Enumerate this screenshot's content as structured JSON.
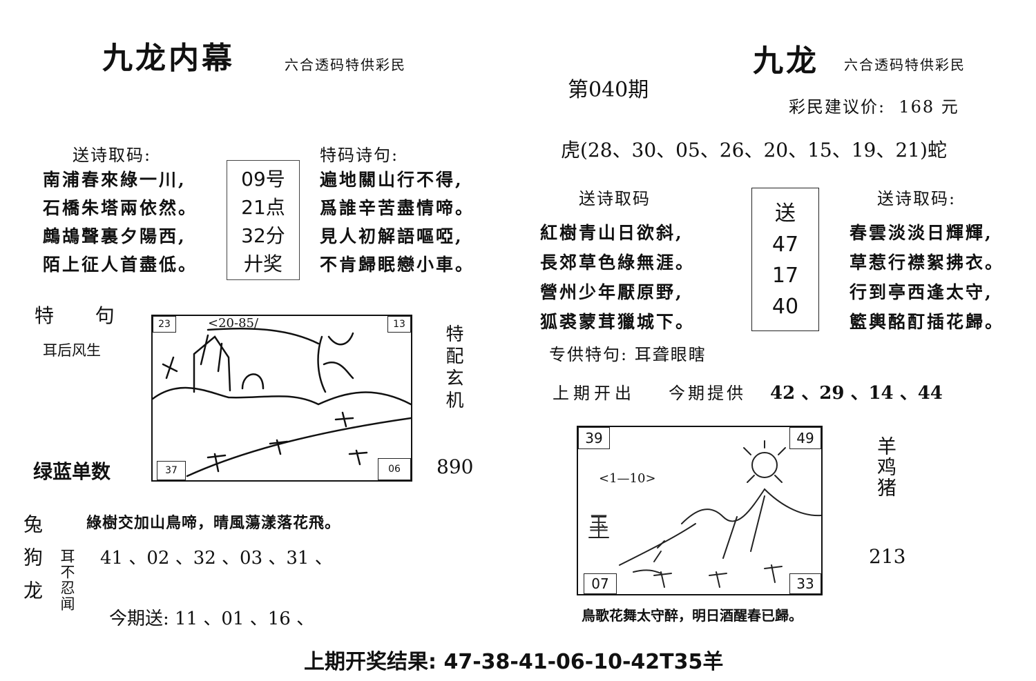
{
  "left": {
    "title": "九龙内幕",
    "subtitle": "六合透码特供彩民",
    "sendpoem_heading": "送诗取码:",
    "sendpoem_lines": [
      "南浦春來綠一川,",
      "石橋朱塔兩依然。",
      "鷓鴣聲裏夕陽西,",
      "陌上征人首盡低。"
    ],
    "center_box": [
      "09号",
      "21点",
      "32分",
      "廾奖"
    ],
    "special_heading": "特码诗句:",
    "special_lines": [
      "遍地關山行不得,",
      "爲誰辛苦盡情啼。",
      "見人初解語嘔啞,",
      "不肯歸眠戀小車。"
    ],
    "tejv_label": "特  句",
    "tejv_text": "耳后风生",
    "pic_corners": {
      "tl": "23",
      "tr": "13",
      "bl": "37",
      "br": "06"
    },
    "pic_scribble": "<20-85/",
    "side_vertical": "特配玄机",
    "green_blue": "绿蓝单数",
    "num_890": "890",
    "poem_line": "綠樹交加山鳥啼，晴風蕩漾落花飛。",
    "animals_vertical": "兔狗龙",
    "ear_vertical": "耳不忍闻",
    "numbers_row": "41 、02 、32 、03 、31 、",
    "today_send": "今期送: 11 、01 、16 、"
  },
  "middle": {
    "issue": "第040期"
  },
  "right": {
    "title": "九龙",
    "subtitle": "六合透码特供彩民",
    "price": "彩民建议价:  168 元",
    "tiger_snake": "虎(28、30、05、26、20、15、19、21)蛇",
    "sendpoem_heading_a": "送诗取码",
    "sendpoem_lines_a": [
      "紅樹青山日欲斜,",
      "長郊草色綠無涯。",
      "營州少年厭原野,",
      "狐裘蒙茸獵城下。"
    ],
    "center_box": [
      "送",
      "47",
      "17",
      "40"
    ],
    "sendpoem_heading_b": "送诗取码:",
    "sendpoem_lines_b": [
      "春雲淡淡日輝輝,",
      "草惹行襟絮拂衣。",
      "行到亭西逢太守,",
      "籃輿酩酊插花歸。"
    ],
    "special_phrase": "专供特句: 耳聋眼瞎",
    "last_open_label": "上期开出",
    "today_offer_label": "今期提供",
    "today_offer_numbers": "42 、29 、14 、44",
    "pic_corners": {
      "tl": "39",
      "tr": "49",
      "bl": "07",
      "br": "33"
    },
    "pic_scribble": "<1—10>",
    "pic_glyph": "玉",
    "side_vertical": "羊鸡猪",
    "num_213": "213",
    "bottom_poem": "鳥歌花舞太守醉，明日酒醒春已歸。"
  },
  "footer": {
    "result": "上期开奖结果: 47-38-41-06-10-42T35羊"
  }
}
